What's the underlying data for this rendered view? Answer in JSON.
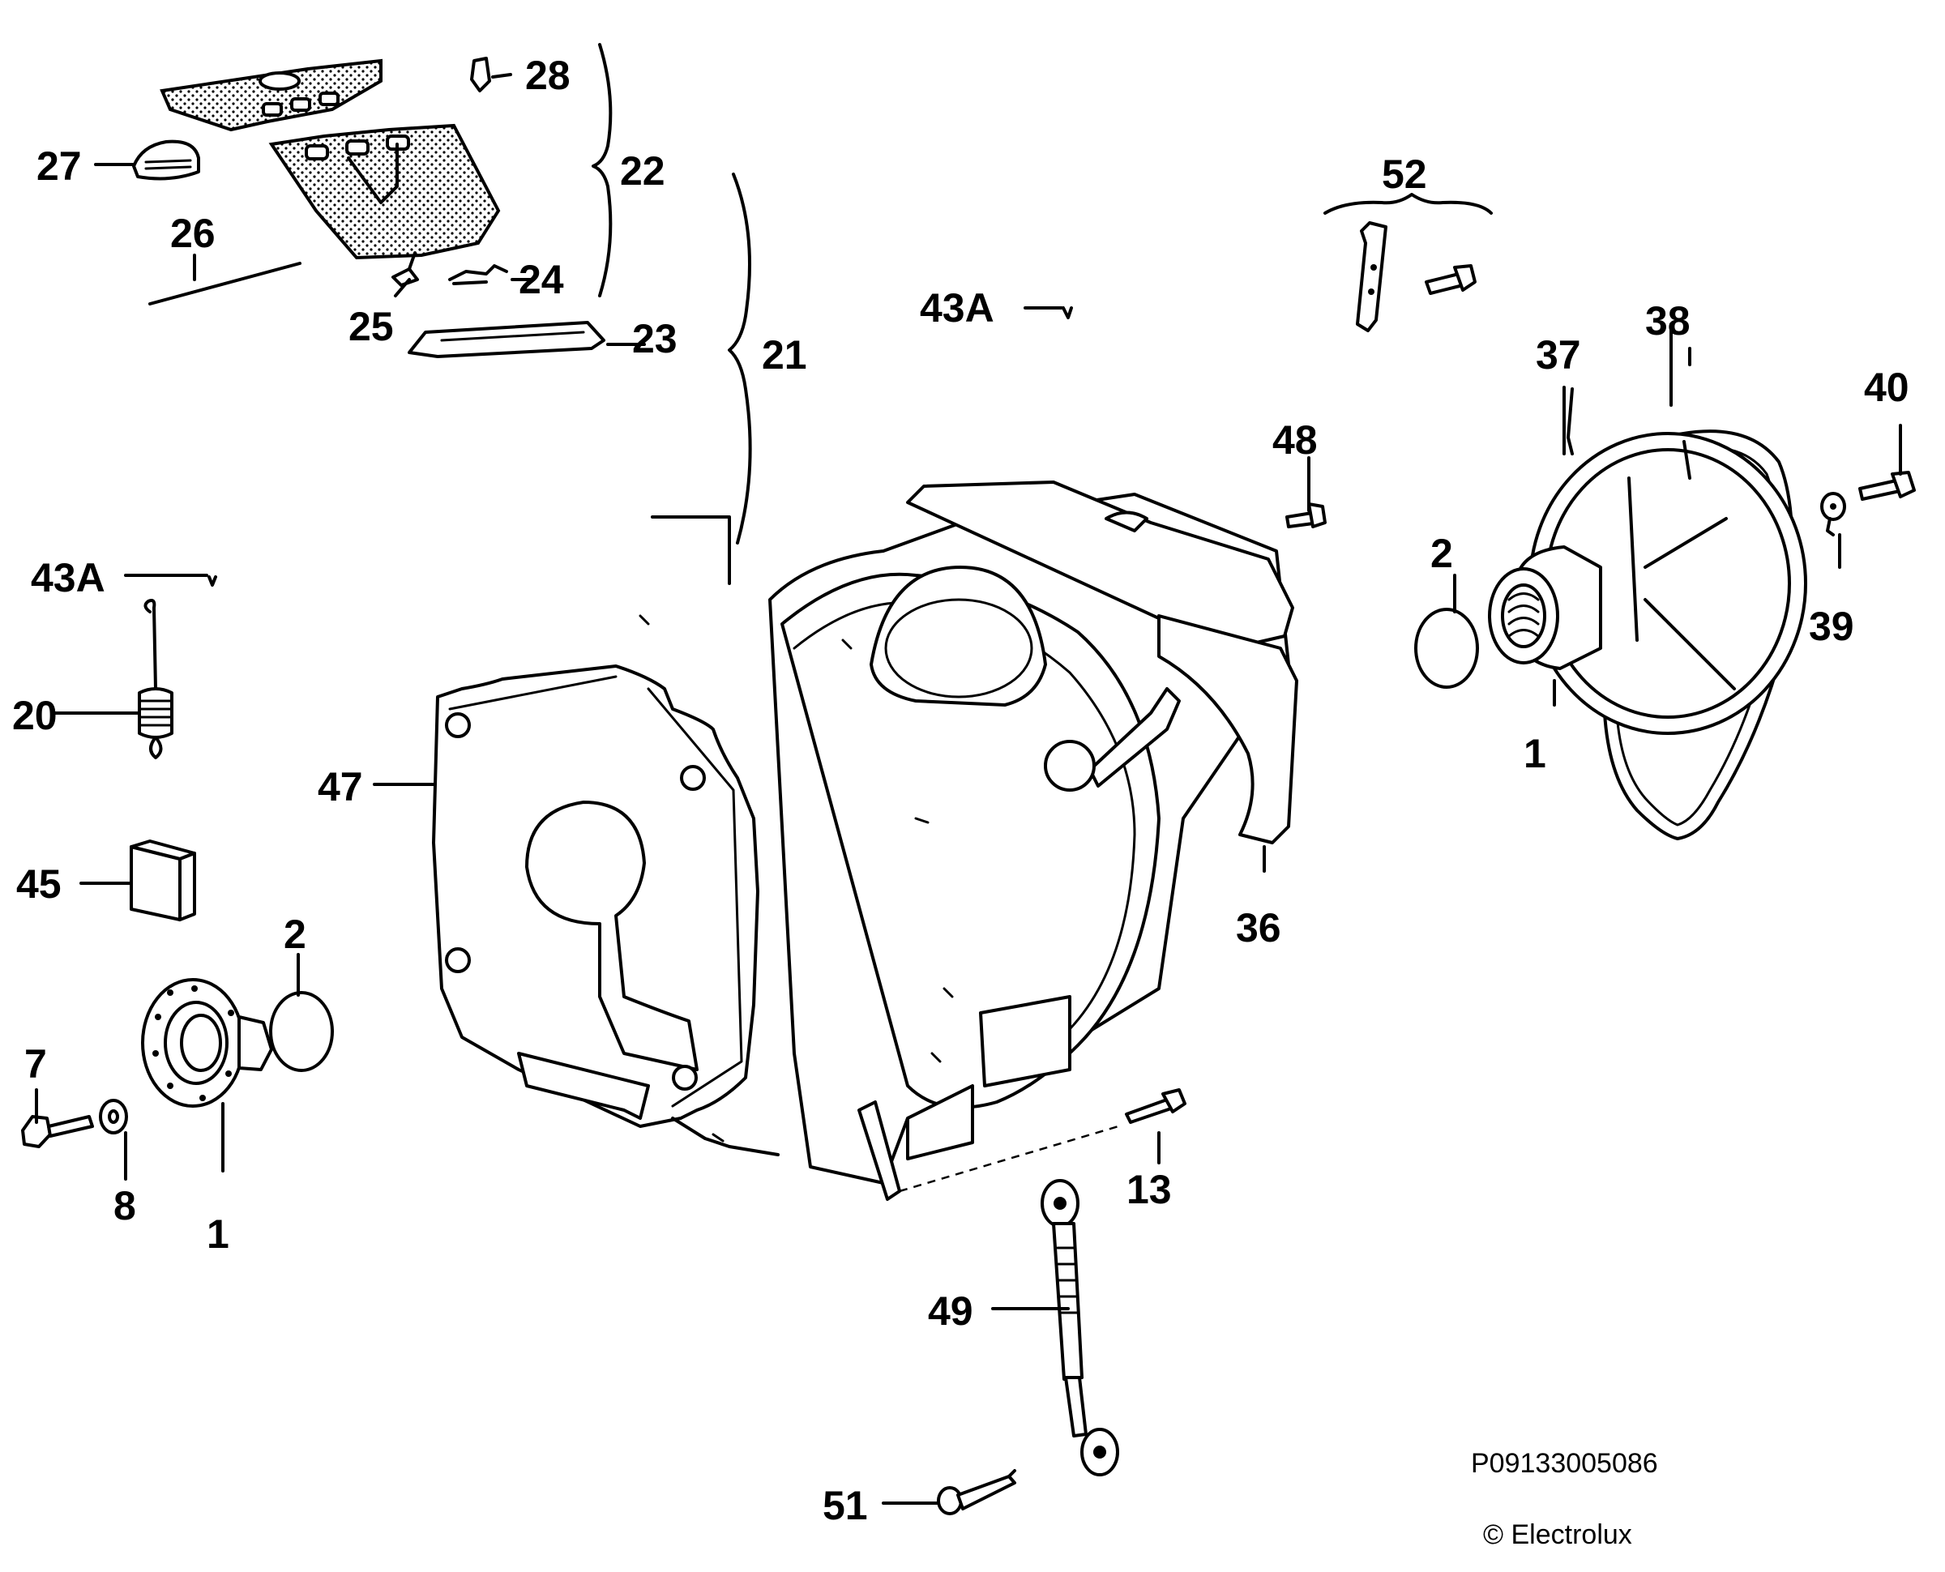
{
  "labels": {
    "l28": "28",
    "l22": "22",
    "l27": "27",
    "l26": "26",
    "l25": "25",
    "l24": "24",
    "l23": "23",
    "l21": "21",
    "l43a_top": "43A",
    "l52": "52",
    "l38": "38",
    "l37": "37",
    "l40": "40",
    "l48": "48",
    "l2_right": "2",
    "l39": "39",
    "l1_right": "1",
    "l43a_left": "43A",
    "l20": "20",
    "l47": "47",
    "l45": "45",
    "l2_left": "2",
    "l36": "36",
    "l7": "7",
    "l8": "8",
    "l1_left": "1",
    "l13": "13",
    "l49": "49",
    "l51": "51"
  },
  "footer": {
    "part_code": "P09133005086",
    "copyright": "© Electrolux"
  }
}
